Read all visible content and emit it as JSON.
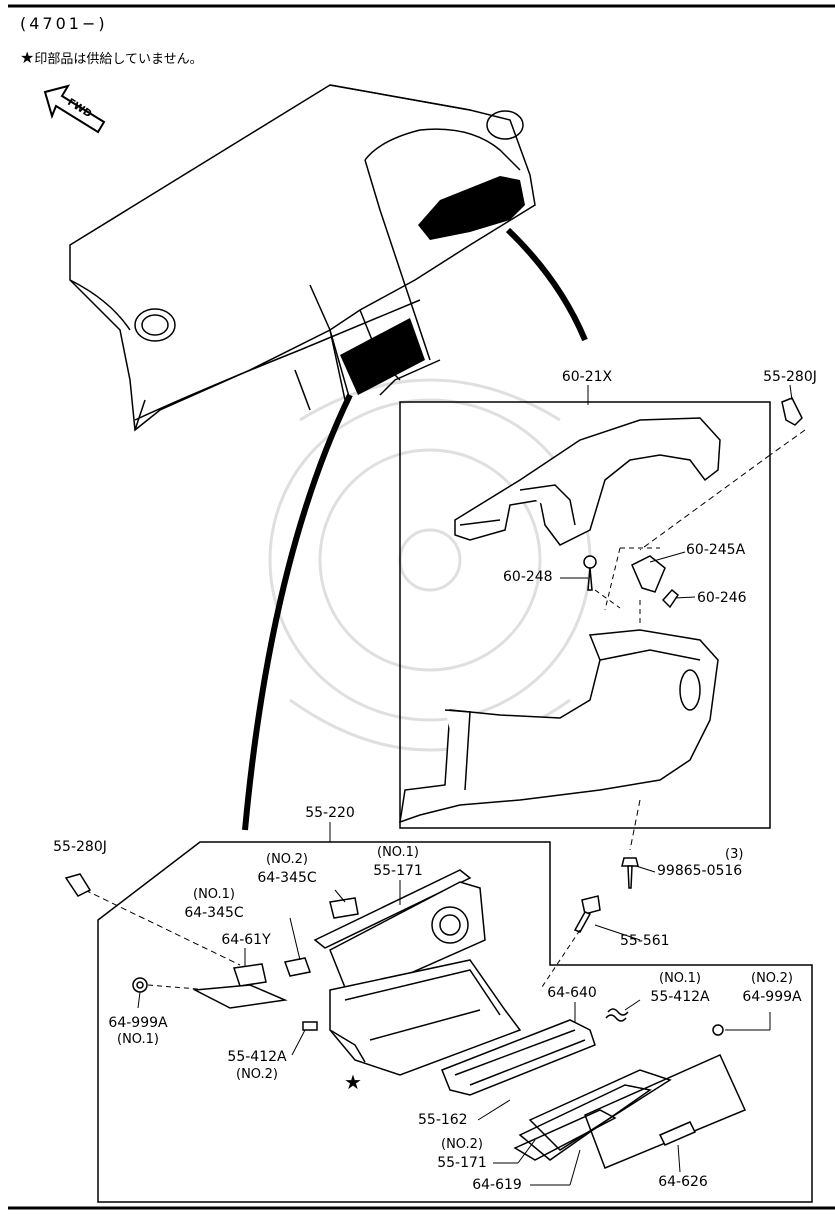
{
  "header": {
    "code": "(4701−)",
    "note_star": "★",
    "note_text": "印部品は供給していません。"
  },
  "fwd_label": "FWD",
  "star_marker": "★",
  "parts": {
    "p60_21x": "60-21X",
    "p55_280j_top": "55-280J",
    "p60_245a": "60-245A",
    "p60_248": "60-248",
    "p60_246": "60-246",
    "p99865_qty": "(3)",
    "p99865": "99865-0516",
    "p55_220": "55-220",
    "p55_280j_left": "55-280J",
    "p64_345c_2_note": "(NO.2)",
    "p64_345c_2": "64-345C",
    "p55_171_1_note": "(NO.1)",
    "p55_171_1": "55-171",
    "p64_345c_1_note": "(NO.1)",
    "p64_345c_1": "64-345C",
    "p64_61y": "64-61Y",
    "p55_561": "55-561",
    "p64_640": "64-640",
    "p55_412a_1_note": "(NO.1)",
    "p55_412a_1": "55-412A",
    "p64_999a_2_note": "(NO.2)",
    "p64_999a_2": "64-999A",
    "p64_999a_1": "64-999A",
    "p64_999a_1_note": "(NO.1)",
    "p55_412a_2": "55-412A",
    "p55_412a_2_note": "(NO.2)",
    "p55_162": "55-162",
    "p55_171_2_note": "(NO.2)",
    "p55_171_2": "55-171",
    "p64_619": "64-619",
    "p64_626": "64-626"
  }
}
